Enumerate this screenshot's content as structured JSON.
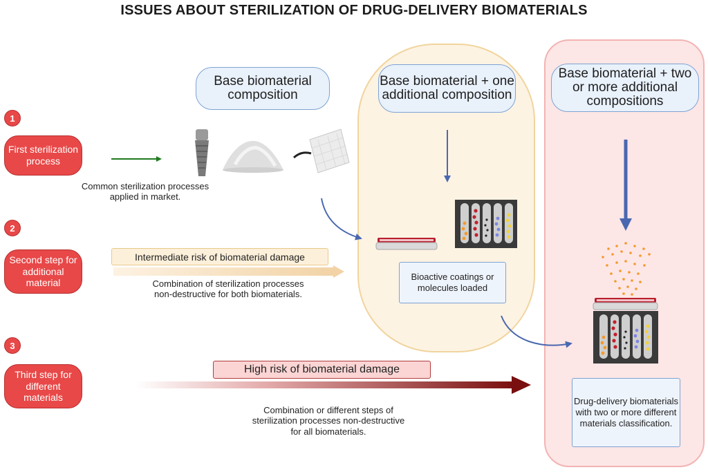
{
  "title": "ISSUES ABOUT STERILIZATION OF DRUG-DELIVERY BIOMATERIALS",
  "headers": {
    "base": "Base biomaterial composition",
    "one_additional": "Base biomaterial + one additional composition",
    "two_or_more": "Base biomaterial + two or more additional compositions"
  },
  "steps": [
    {
      "number": "1",
      "label": "First sterilization process",
      "caption": "Common sterilization processes applied in market."
    },
    {
      "number": "2",
      "label": "Second step for additional material",
      "risk": "Intermediate risk of biomaterial damage",
      "caption": "Combination of sterilization processes non-destructive for both biomaterials."
    },
    {
      "number": "3",
      "label": "Third step for different materials",
      "risk": "High risk of biomaterial damage",
      "caption": "Combination or different steps of sterilization processes non-destructive for all biomaterials."
    }
  ],
  "info_boxes": {
    "one_additional": "Bioactive coatings or molecules loaded",
    "two_or_more": "Drug-delivery biomaterials with two or more different materials classification."
  },
  "icons": [
    "dental-implant-icon",
    "powder-pile-icon",
    "mesh-patch-icon",
    "petri-dish-icon",
    "test-tube-rack-icon",
    "particle-spray-icon"
  ],
  "colors": {
    "step_red": "#e84848",
    "panel_one_fill": "#fdf3e3",
    "panel_two_fill": "#fde6e6",
    "header_blue": "#7da3d3",
    "arrow_green": "#1f7a1f",
    "arrow_blue": "#4a68b0",
    "arrow_dark_red": "#7a0f0f"
  }
}
